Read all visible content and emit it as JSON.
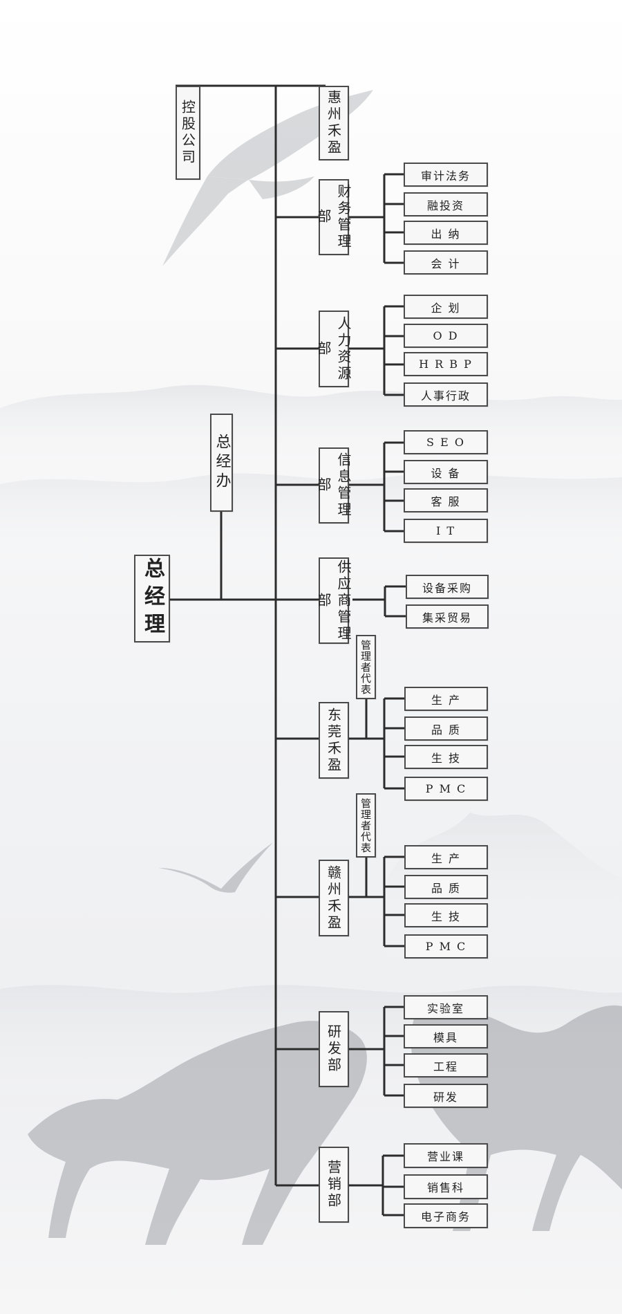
{
  "top": {
    "holding": "控股公司",
    "huizhou": "惠州禾盈"
  },
  "gm": "总经理",
  "gm_office": "总经办",
  "finance": {
    "name": "财务管理部",
    "children": [
      "审计法务",
      "融投资",
      "出 纳",
      "会 计"
    ]
  },
  "hr": {
    "name": "人力资源部",
    "children": [
      "企 划",
      "O D",
      "H R B P",
      "人事行政"
    ]
  },
  "info": {
    "name": "信息管理部",
    "children": [
      "S E O",
      "设 备",
      "客 服",
      "I T"
    ]
  },
  "supplier": {
    "name": "供应商管理部",
    "children": [
      "设备采购",
      "集采贸易"
    ]
  },
  "dongguan": {
    "name": "东莞禾盈",
    "rep": "管理者代表",
    "children": [
      "生 产",
      "品 质",
      "生 技",
      "P M C"
    ]
  },
  "ganzhou": {
    "name": "赣州禾盈",
    "rep": "管理者代表",
    "children": [
      "生 产",
      "品 质",
      "生 技",
      "P M C"
    ]
  },
  "rd": {
    "name": "研发部",
    "children": [
      "实验室",
      "模具",
      "工程",
      "研发"
    ]
  },
  "marketing": {
    "name": "营销部",
    "children": [
      "营业课",
      "销售科",
      "电子商务"
    ]
  }
}
